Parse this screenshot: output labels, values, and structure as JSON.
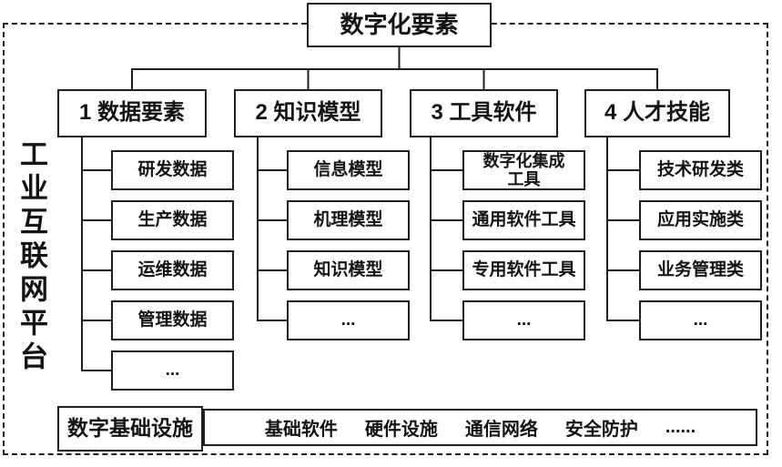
{
  "diagram": {
    "platform_label": "工业互联网平台",
    "root_label": "数字化要素",
    "branches": [
      {
        "label": "1 数据要素",
        "children": [
          "研发数据",
          "生产数据",
          "运维数据",
          "管理数据",
          "..."
        ]
      },
      {
        "label": "2 知识模型",
        "children": [
          "信息模型",
          "机理模型",
          "知识模型",
          "..."
        ]
      },
      {
        "label": "3 工具软件",
        "children": [
          "数字化集成\n工具",
          "通用软件工具",
          "专用软件工具",
          "..."
        ]
      },
      {
        "label": "4 人才技能",
        "children": [
          "技术研发类",
          "应用实施类",
          "业务管理类",
          "..."
        ]
      }
    ],
    "infrastructure": {
      "label": "数字基础设施",
      "items": [
        "基础软件",
        "硬件设施",
        "通信网络",
        "安全防护",
        "......"
      ]
    },
    "colors": {
      "line": "#1f1f1f",
      "text": "#141414",
      "background": "#ffffff"
    }
  }
}
